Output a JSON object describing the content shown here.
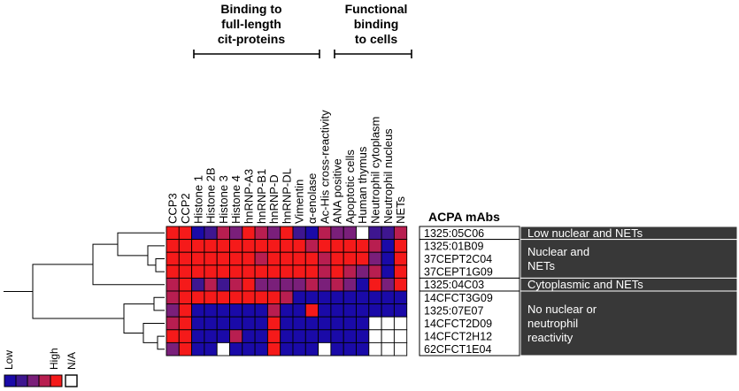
{
  "chart_data": {
    "type": "heatmap",
    "columns": [
      "CCP3",
      "CCP2",
      "Histone 1",
      "Histone 2B",
      "Histone 3",
      "Histone 4",
      "hnRNP-A3",
      "hnRNP-B1",
      "hnRNP-D",
      "hnRNP-DL",
      "Vimentin",
      "α-enolase",
      "Ac-His cross-reactivity",
      "ANA positive",
      "Apoptotic cells",
      "Human thymus",
      "Neutrophil cytoplasm",
      "Neutrophil nucleus",
      "NETs"
    ],
    "rows": [
      "1325:05C06",
      "1325:01B09",
      "37CEPT2C04",
      "37CEPT1G09",
      "1325:04C03",
      "14CFCT3G09",
      "1325:07E07",
      "14CFCT2D09",
      "14CFCT2H12",
      "62CFCT1E04"
    ],
    "column_groups": [
      {
        "label": "Binding to full-length cit-proteins",
        "lines": [
          "Binding to",
          "full-length",
          "cit-proteins"
        ]
      },
      {
        "label": "Functional binding to cells",
        "lines": [
          "Functional",
          "binding",
          "to cells"
        ]
      }
    ],
    "row_title": "ACPA mAbs",
    "row_groups": [
      {
        "label": "Low nuclear and NETs",
        "lines": [
          "Low nuclear and NETs"
        ]
      },
      {
        "label": "Nuclear and NETs",
        "lines": [
          "Nuclear and",
          "NETs"
        ]
      },
      {
        "label": "Cytoplasmic and NETs",
        "lines": [
          "Cytoplasmic and NETs"
        ]
      },
      {
        "label": "No nuclear or neutrophil reactivity",
        "lines": [
          "No nuclear or",
          "neutrophil",
          "reactivity"
        ]
      }
    ],
    "value_scale": {
      "min": 0,
      "max": 4,
      "min_label": "Low",
      "max_label": "High",
      "na_label": "N/A"
    },
    "colors": [
      "#1a0aa8",
      "#3e1690",
      "#7a1f7a",
      "#b81e50",
      "#f51a1a"
    ],
    "na_color": "#ffffff",
    "values": [
      [
        4,
        4,
        0,
        1,
        3,
        2,
        4,
        3,
        2,
        4,
        1,
        0,
        3,
        2,
        2,
        null,
        1,
        1,
        3
      ],
      [
        4,
        4,
        4,
        4,
        4,
        4,
        4,
        4,
        4,
        4,
        4,
        3,
        4,
        4,
        4,
        4,
        3,
        0,
        4
      ],
      [
        4,
        4,
        4,
        4,
        4,
        4,
        4,
        3,
        4,
        4,
        4,
        4,
        3,
        4,
        4,
        4,
        2,
        0,
        4
      ],
      [
        4,
        4,
        4,
        4,
        4,
        4,
        4,
        4,
        4,
        4,
        4,
        4,
        3,
        4,
        3,
        2,
        3,
        0,
        4
      ],
      [
        3,
        4,
        1,
        3,
        1,
        3,
        4,
        2,
        2,
        2,
        2,
        3,
        2,
        3,
        2,
        0,
        4,
        2,
        4
      ],
      [
        3,
        4,
        4,
        4,
        4,
        4,
        4,
        4,
        4,
        3,
        0,
        0,
        0,
        0,
        0,
        0,
        0,
        0,
        0
      ],
      [
        2,
        4,
        0,
        0,
        0,
        0,
        0,
        0,
        3,
        0,
        0,
        4,
        0,
        0,
        0,
        0,
        0,
        0,
        0
      ],
      [
        3,
        4,
        0,
        0,
        0,
        0,
        0,
        0,
        4,
        0,
        0,
        0,
        0,
        0,
        0,
        0,
        null,
        null,
        null
      ],
      [
        4,
        4,
        0,
        0,
        0,
        3,
        0,
        0,
        4,
        0,
        0,
        0,
        0,
        0,
        0,
        0,
        null,
        null,
        null
      ],
      [
        2,
        4,
        0,
        0,
        null,
        0,
        0,
        0,
        4,
        0,
        0,
        0,
        null,
        0,
        0,
        0,
        null,
        null,
        null
      ]
    ]
  }
}
